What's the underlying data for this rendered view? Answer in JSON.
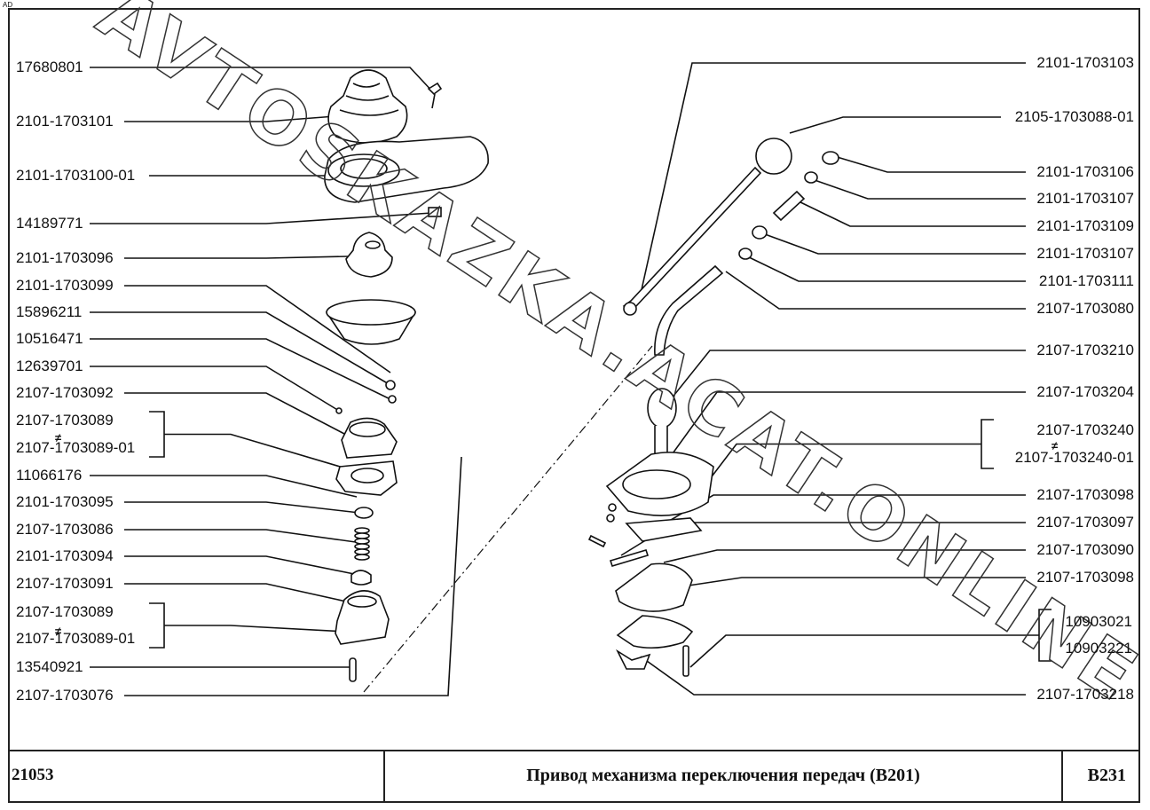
{
  "corner_tag": "AD",
  "watermark": "AVTOSKAZKA.ACAT.ONLINE",
  "left_labels": [
    "17680801",
    "2101-1703101",
    "2101-1703100-01",
    "14189771",
    "2101-1703096",
    "2101-1703099",
    "15896211",
    "10516471",
    "12639701",
    "2107-1703092",
    "2107-1703089",
    "2107-1703089-01",
    "11066176",
    "2101-1703095",
    "2107-1703086",
    "2101-1703094",
    "2107-1703091",
    "2107-1703089",
    "2107-1703089-01",
    "13540921",
    "2107-1703076"
  ],
  "right_labels": [
    "2101-1703103",
    "2105-1703088-01",
    "2101-1703106",
    "2101-1703107",
    "2101-1703109",
    "2101-1703107",
    "2101-1703111",
    "2107-1703080",
    "2107-1703210",
    "2107-1703204",
    "2107-1703240",
    "2107-1703240-01",
    "2107-1703098",
    "2107-1703097",
    "2107-1703090",
    "2107-1703098",
    "10903021",
    "10903221",
    "2107-1703218"
  ],
  "neq_symbol": "≠",
  "footer": {
    "model": "21053",
    "title": "Привод механизма переключения передач (B201)",
    "code": "B231"
  }
}
